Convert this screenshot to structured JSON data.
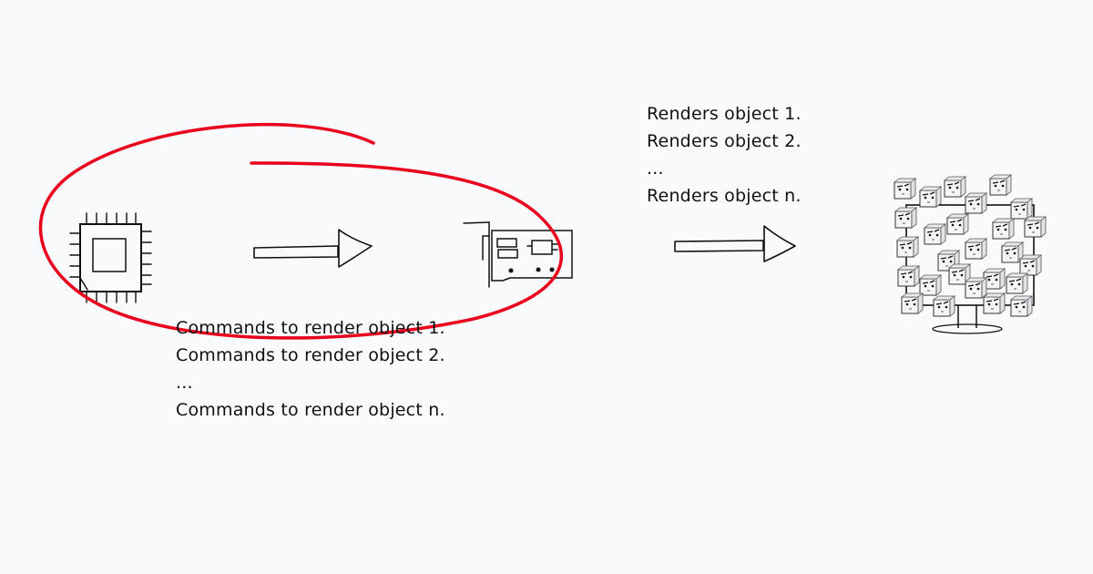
{
  "diagram": {
    "background": "#f9fafc",
    "highlight_color": "#e8001c",
    "nodes": [
      {
        "id": "cpu",
        "label": "cpu-chip"
      },
      {
        "id": "gpu",
        "label": "graphics-card"
      },
      {
        "id": "screen",
        "label": "monitor-with-many-objects"
      }
    ],
    "edges": [
      {
        "from": "cpu",
        "to": "gpu"
      },
      {
        "from": "gpu",
        "to": "screen"
      }
    ],
    "commands_text": {
      "lines": [
        "Commands to render object 1.",
        "Commands to render object 2.",
        "...",
        "Commands to render object n."
      ]
    },
    "renders_text": {
      "lines": [
        "Renders object 1.",
        "Renders object 2.",
        "...",
        "Renders object n."
      ]
    }
  }
}
